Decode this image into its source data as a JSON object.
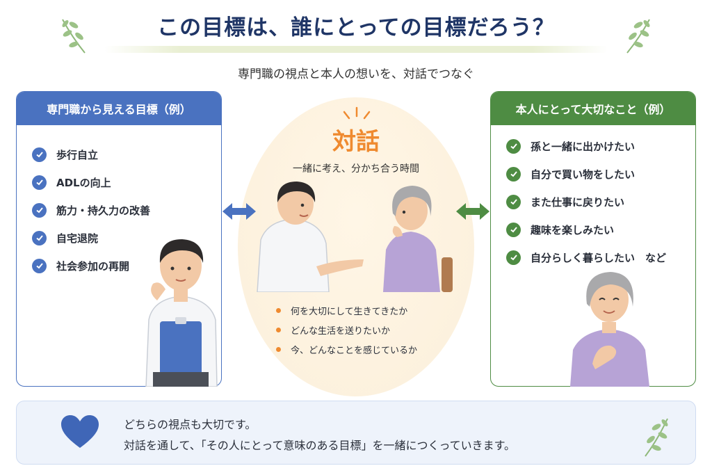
{
  "title": "この目標は、誰にとっての目標だろう？",
  "subtitle": "専門職の視点と本人の想いを、対話でつなぐ",
  "left_panel": {
    "heading": "専門職から見える目標（例）",
    "items": [
      "歩行自立",
      "ADLの向上",
      "筋力・持久力の改善",
      "自宅退院",
      "社会参加の再開"
    ]
  },
  "center": {
    "heading": "対話",
    "subheading": "一緒に考え、分かち合う時間",
    "bullets": [
      "何を大切にして生きてきたか",
      "どんな生活を送りたいか",
      "今、どんなことを感じているか"
    ]
  },
  "right_panel": {
    "heading": "本人にとって大切なこと（例）",
    "items": [
      "孫と一緒に出かけたい",
      "自分で買い物をしたい",
      "また仕事に戻りたい",
      "趣味を楽しみたい",
      "自分らしく暮らしたい　など"
    ]
  },
  "footer": {
    "line1": "どちらの視点も大切です。",
    "line2": "対話を通して、「その人にとって意味のある目標」を一緒につくっていきます。"
  },
  "colors": {
    "title": "#1f3566",
    "professional_blue": "#4a72c0",
    "person_green": "#4e8c43",
    "dialog_orange": "#ef8a2f",
    "footer_bg": "#eef3fb"
  },
  "icons": [
    "check-icon",
    "double-arrow-icon",
    "heart-icon",
    "leaf-sprig-icon"
  ]
}
